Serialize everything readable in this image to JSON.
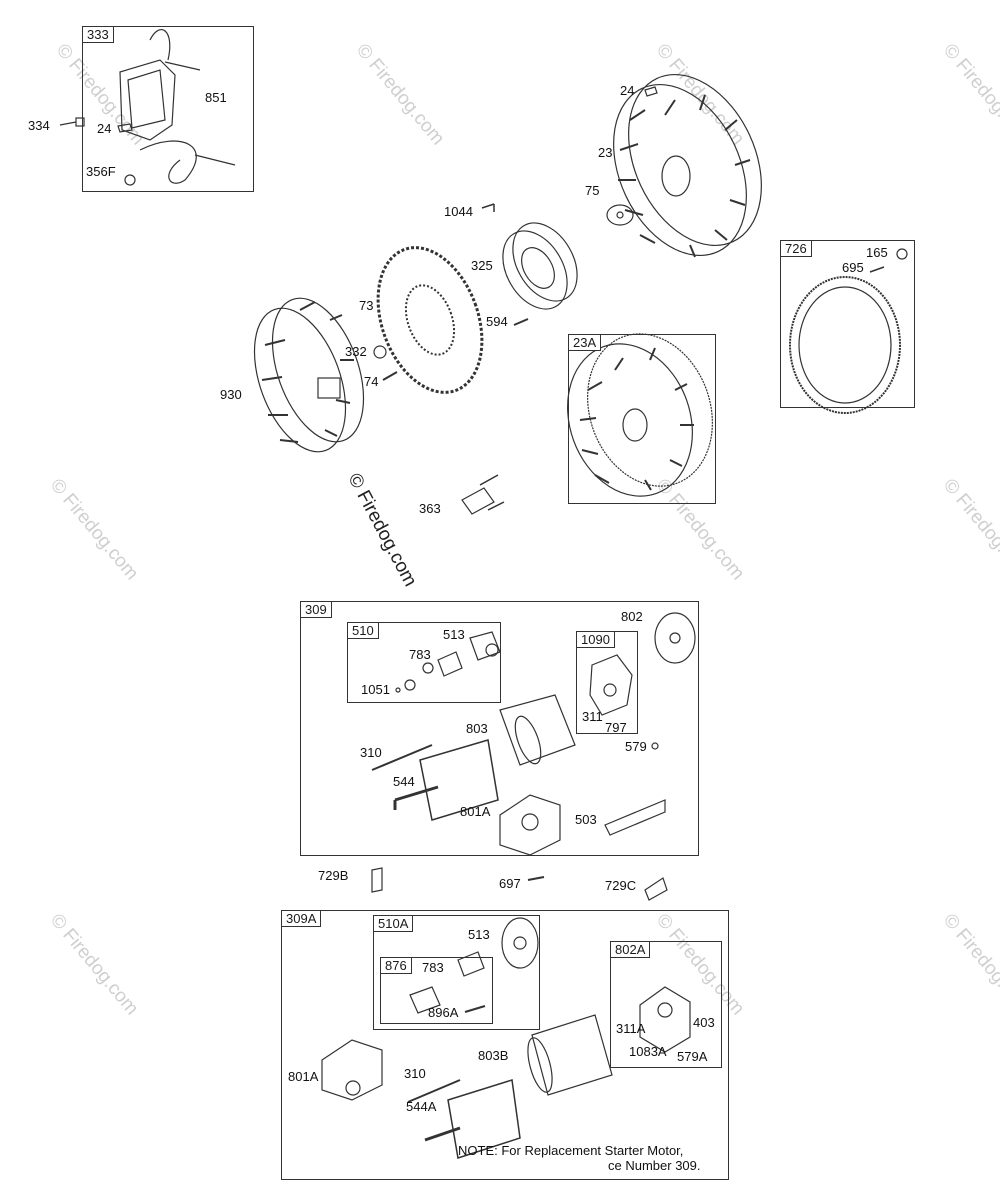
{
  "watermark": "© Firedog.com",
  "groups": {
    "g333": "333",
    "g726": "726",
    "g23A": "23A",
    "g309": "309",
    "g510": "510",
    "g1090": "1090",
    "g309A": "309A",
    "g510A": "510A",
    "g876": "876",
    "g802A": "802A"
  },
  "parts": {
    "p851": "851",
    "p334": "334",
    "p24a": "24",
    "p356F": "356F",
    "p24b": "24",
    "p23": "23",
    "p75": "75",
    "p1044": "1044",
    "p325": "325",
    "p73": "73",
    "p594": "594",
    "p332": "332",
    "p74": "74",
    "p930": "930",
    "p165": "165",
    "p695": "695",
    "p363": "363",
    "p513": "513",
    "p783": "783",
    "p1051": "1051",
    "p802": "802",
    "p311": "311",
    "p797": "797",
    "p803": "803",
    "p579": "579",
    "p310": "310",
    "p544": "544",
    "p801A": "801A",
    "p503": "503",
    "p729B": "729B",
    "p697": "697",
    "p729C": "729C",
    "p513b": "513",
    "p783b": "783",
    "p896A": "896A",
    "p311A": "311A",
    "p403": "403",
    "p1083A": "1083A",
    "p579A": "579A",
    "p803B": "803B",
    "p801Ab": "801A",
    "p310b": "310",
    "p544A": "544A"
  },
  "note": {
    "line1": "NOTE: For Replacement Starter Motor,",
    "line2": "ce Number 309."
  }
}
